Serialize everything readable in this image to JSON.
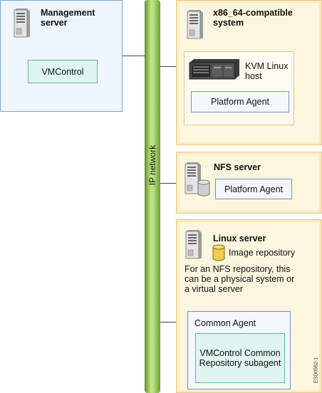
{
  "network": {
    "label": "IP network"
  },
  "management_server": {
    "title": "Management server",
    "vmcontrol": "VMControl"
  },
  "x86_system": {
    "title": "x86_64-compatible system",
    "kvm_host": "KVM Linux host",
    "platform_agent": "Platform Agent"
  },
  "nfs_server": {
    "title": "NFS server",
    "platform_agent": "Platform Agent"
  },
  "linux_server": {
    "title": "Linux server",
    "image_repository": "Image repository",
    "note": "For an NFS repository, this can be a physical system or a virtual server",
    "common_agent": "Common Agent",
    "subagent": "VMControl Common Repository subagent"
  },
  "figure_id": "ESD0562-1",
  "colors": {
    "network_pipe": "#9ccb5b",
    "management_panel": "#eef5fd",
    "server_panel": "#fdf6de",
    "agent_box_green": "#dff5ef",
    "agent_box_blue": "#f4f7fd"
  }
}
